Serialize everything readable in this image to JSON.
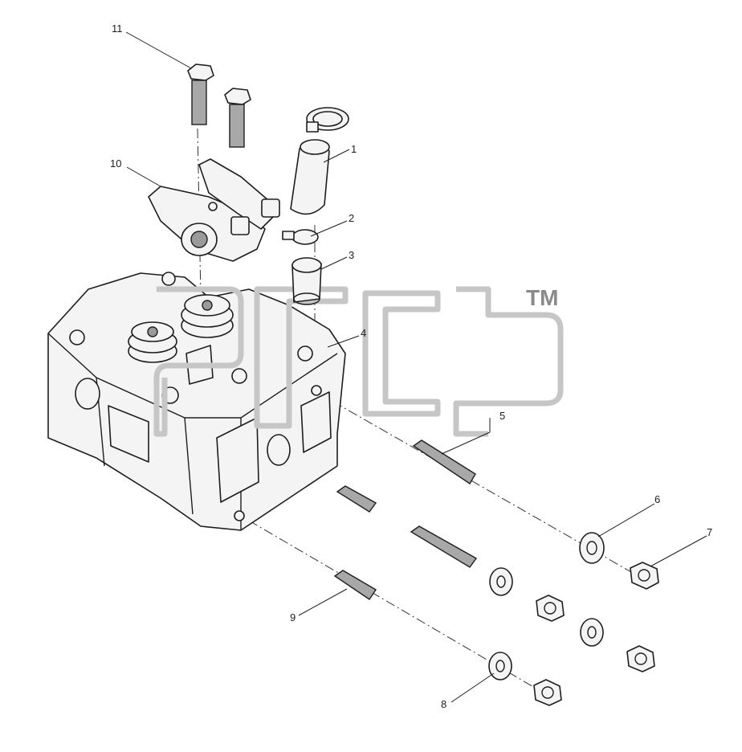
{
  "watermark": {
    "trademark": "TM"
  },
  "callouts": [
    {
      "id": "1",
      "label": "1"
    },
    {
      "id": "2",
      "label": "2"
    },
    {
      "id": "3",
      "label": "3"
    },
    {
      "id": "4",
      "label": "4"
    },
    {
      "id": "5",
      "label": "5"
    },
    {
      "id": "6",
      "label": "6"
    },
    {
      "id": "7",
      "label": "7"
    },
    {
      "id": "8",
      "label": "8"
    },
    {
      "id": "9",
      "label": "9"
    },
    {
      "id": "10",
      "label": "10"
    },
    {
      "id": "11",
      "label": "11"
    }
  ],
  "colors": {
    "line": "#1e1e1e",
    "watermark": "#c6c6c6",
    "fill": "#f4f4f4"
  }
}
